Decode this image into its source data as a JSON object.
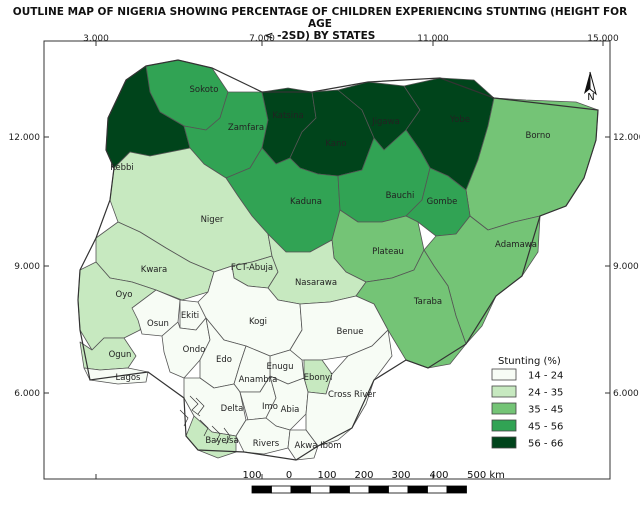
{
  "title_line1": "OUTLINE MAP OF NIGERIA SHOWING PERCENTAGE OF CHILDREN EXPERIENCING STUNTING (HEIGHT FOR AGE",
  "title_line2": "< -2SD) BY STATES",
  "axis": {
    "longitude_ticks": [
      "3.000",
      "7.000",
      "11.000",
      "15.000"
    ],
    "latitude_ticks": [
      "12.000",
      "9.000",
      "6.000"
    ]
  },
  "north_arrow": "N",
  "legend": {
    "title": "Stunting (%)",
    "classes": [
      {
        "label": "14 - 24",
        "color": "#f7fcf5"
      },
      {
        "label": "24 - 35",
        "color": "#c7e9c0"
      },
      {
        "label": "35 - 45",
        "color": "#74c476"
      },
      {
        "label": "45 - 56",
        "color": "#31a354"
      },
      {
        "label": "56 - 66",
        "color": "#00441b"
      }
    ]
  },
  "scalebar": {
    "labels": [
      "100",
      "0",
      "100",
      "200",
      "300",
      "400",
      "500 km"
    ]
  },
  "states": [
    {
      "name": "Sokoto",
      "class": 3
    },
    {
      "name": "Kebbi",
      "class": 4
    },
    {
      "name": "Zamfara",
      "class": 3
    },
    {
      "name": "Katsina",
      "class": 4
    },
    {
      "name": "Kano",
      "class": 4
    },
    {
      "name": "Jigawa",
      "class": 4
    },
    {
      "name": "Yobe",
      "class": 4
    },
    {
      "name": "Borno",
      "class": 2
    },
    {
      "name": "Kaduna",
      "class": 3
    },
    {
      "name": "Bauchi",
      "class": 3
    },
    {
      "name": "Gombe",
      "class": 3
    },
    {
      "name": "Niger",
      "class": 1
    },
    {
      "name": "FCT-Abuja",
      "class": 1
    },
    {
      "name": "Plateau",
      "class": 2
    },
    {
      "name": "Adamawa",
      "class": 2
    },
    {
      "name": "Kwara",
      "class": 1
    },
    {
      "name": "Nasarawa",
      "class": 1
    },
    {
      "name": "Taraba",
      "class": 2
    },
    {
      "name": "Oyo",
      "class": 1
    },
    {
      "name": "Osun",
      "class": 0
    },
    {
      "name": "Ekiti",
      "class": 0
    },
    {
      "name": "Kogi",
      "class": 0
    },
    {
      "name": "Benue",
      "class": 0
    },
    {
      "name": "Ogun",
      "class": 1
    },
    {
      "name": "Ondo",
      "class": 0
    },
    {
      "name": "Edo",
      "class": 0
    },
    {
      "name": "Lagos",
      "class": 0
    },
    {
      "name": "Enugu",
      "class": 0
    },
    {
      "name": "Ebonyi",
      "class": 1
    },
    {
      "name": "Anambra",
      "class": 0
    },
    {
      "name": "Delta",
      "class": 0
    },
    {
      "name": "Imo",
      "class": 0
    },
    {
      "name": "Abia",
      "class": 0
    },
    {
      "name": "Cross River",
      "class": 0
    },
    {
      "name": "Bayelsa",
      "class": 1
    },
    {
      "name": "Rivers",
      "class": 0
    },
    {
      "name": "Akwa Ibom",
      "class": 0
    }
  ]
}
